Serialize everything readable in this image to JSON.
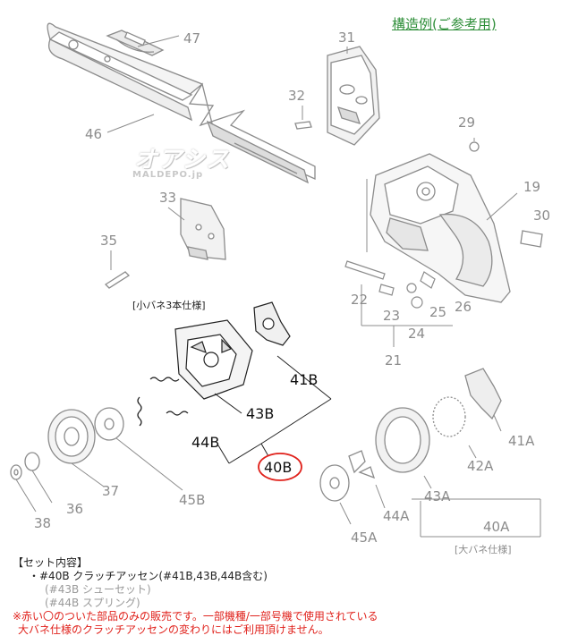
{
  "title": "構造例(ご参考用)",
  "logo": {
    "text": "オアシス",
    "sub": "MALDEPO.jp"
  },
  "labels": {
    "small_spring": "[小バネ3本仕様]",
    "large_spring": "[大バネ仕様]"
  },
  "parts": {
    "p47": "47",
    "p46": "46",
    "p31": "31",
    "p32": "32",
    "p29": "29",
    "p19": "19",
    "p30": "30",
    "p33": "33",
    "p35": "35",
    "p22": "22",
    "p23": "23",
    "p24": "24",
    "p25": "25",
    "p26": "26",
    "p21": "21",
    "p41b": "41B",
    "p43b": "43B",
    "p44b": "44B",
    "p40b": "40B",
    "p41a": "41A",
    "p42a": "42A",
    "p43a": "43A",
    "p44a": "44A",
    "p45a": "45A",
    "p40a": "40A",
    "p37": "37",
    "p36": "36",
    "p38": "38",
    "p45b": "45B"
  },
  "notes": {
    "heading": "【セット内容】",
    "item": "・#40B クラッチアッセン(#41B,43B,44B含む)",
    "sub1": "(#43B シューセット)",
    "sub2": "(#44B スプリング)",
    "warn1": "※赤い〇のついた部品のみの販売です。一部機種/一部号機で使用されている",
    "warn2": "大バネ仕様のクラッチアッセンの変わりにはご利用頂けません。"
  },
  "colors": {
    "title": "#2f8f3a",
    "highlight_circle": "#e0221c",
    "warning_text": "#e0221c",
    "grey_labels": "#8c8c8c"
  }
}
